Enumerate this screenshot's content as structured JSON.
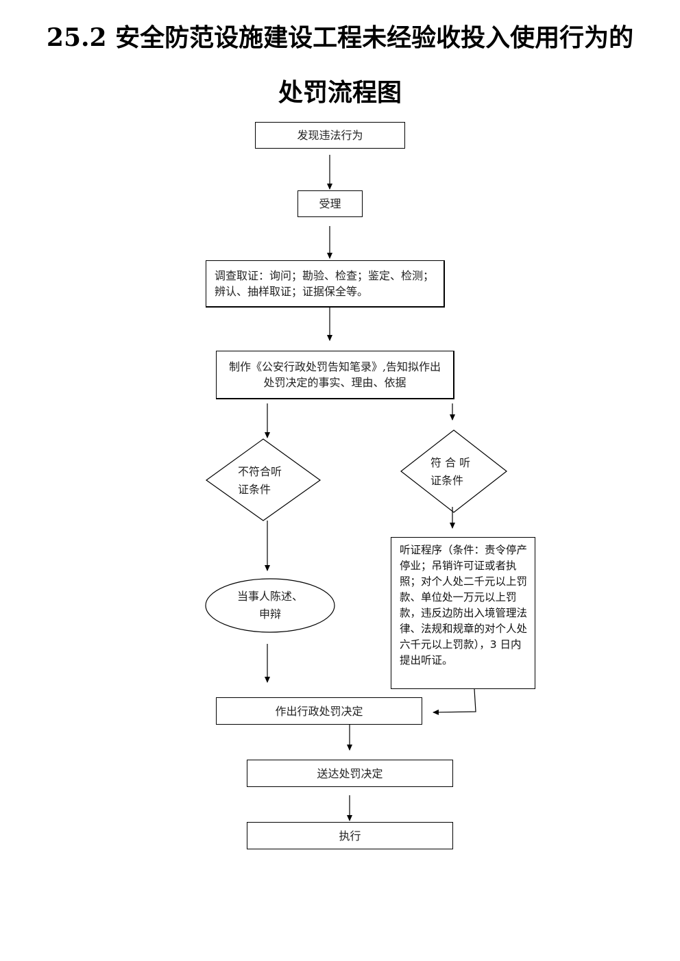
{
  "title": {
    "line1": "25.2 安全防范设施建设工程未经验收投入使用行为的",
    "line2": "处罚流程图"
  },
  "nodes": {
    "discover": "发现违法行为",
    "accept": "受理",
    "investigate": "调查取证：询问；勘验、检查；鉴定、检测；辨认、抽样取证；证据保全等。",
    "notify": "制作《公安行政处罚告知笔录》,告知拟作出处罚决定的事实、理由、依据",
    "not_eligible": "不符合听证条件",
    "eligible": "符 合 听 证条件",
    "statement": "当事人陈述、申辩",
    "hearing": "听证程序（条件：责令停产停业；吊销许可证或者执照；对个人处二千元以上罚款、单位处一万元以上罚款，违反边防出入境管理法律、法规和规章的对个人处六千元以上罚款），3 日内提出听证。",
    "decision": "作出行政处罚决定",
    "deliver": "送达处罚决定",
    "execute": "执行"
  }
}
